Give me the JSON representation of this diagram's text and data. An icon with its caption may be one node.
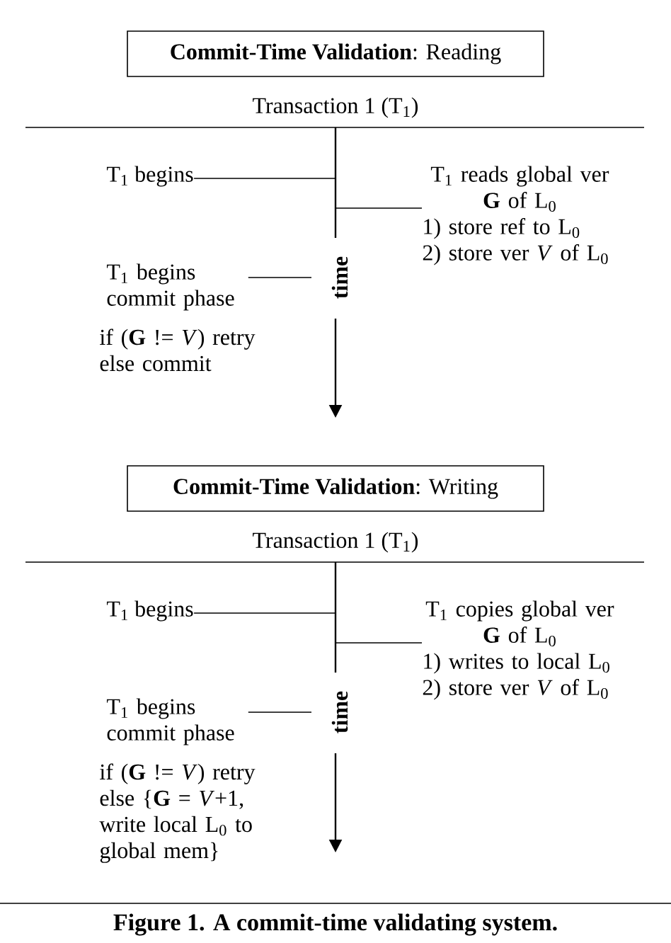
{
  "diagram": {
    "caption": "Figure 1.  A commit-time validating system.",
    "nodes": [
      {
        "text": [
          "**Commit-Time Validation**: Reading"
        ]
      },
      {
        "text": [
          "T$_{1}$ begins"
        ]
      },
      {
        "text": [
          "T$_{1}$ reads global ver **G** of L$_{0}$",
          "1) store ref to L$_{0}$",
          "2) store ver *V* of L$_{0}$"
        ]
      },
      {
        "text": [
          "T$_{1}$ begins commit phase"
        ]
      },
      {
        "text": [
          "**Commit-Time Validation**: Writing"
        ]
      },
      {
        "text": [
          "T$_{1}$ begins"
        ]
      },
      {
        "text": [
          "T$_{1}$ copies global ver **G** of L$_{0}$",
          "1) writes to local L$_{0}$",
          "2) store ver *V* of L$_{0}$"
        ]
      },
      {
        "text": [
          "T$_{1}$ begins commit phase"
        ]
      }
    ],
    "edges": [
      {
        "from": 1,
        "to": null,
        "arrow": "none"
      },
      {
        "from": 2,
        "to": null,
        "arrow": "none"
      },
      {
        "from": 3,
        "to": null,
        "arrow": "none"
      },
      {
        "from": 5,
        "to": null,
        "arrow": "none"
      },
      {
        "from": 6,
        "to": null,
        "arrow": "none"
      },
      {
        "from": 7,
        "to": null,
        "arrow": "none"
      }
    ],
    "labels": [
      "Transaction 1 (T$_{1}$)",
      "time",
      "if (**G** != *V*) retry else commit",
      "Transaction 1 (T$_{1}$)",
      "time",
      "if (**G** != *V*) retry else {**G** = *V*+1, write local L$_{0}$ to global mem}"
    ]
  }
}
